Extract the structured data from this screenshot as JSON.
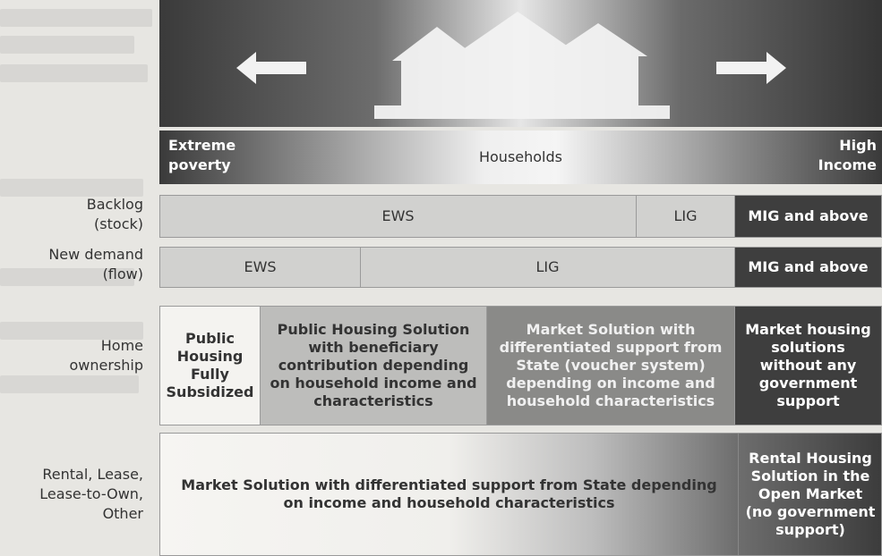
{
  "banner": {
    "left_label_1": "Extreme",
    "left_label_2": "poverty",
    "center_label": "Households",
    "right_label_1": "High",
    "right_label_2": "Income"
  },
  "rows": {
    "backlog": {
      "label_1": "Backlog",
      "label_2": "(stock)",
      "cells": [
        "EWS",
        "LIG",
        "MIG and above"
      ]
    },
    "new_demand": {
      "label_1": "New demand",
      "label_2": "(flow)",
      "cells": [
        "EWS",
        "LIG",
        "MIG and above"
      ]
    },
    "home_ownership": {
      "label_1": "Home",
      "label_2": "ownership",
      "cells": [
        "Public Housing Fully Subsidized",
        "Public Housing Solution with beneficiary contribution depending on household income and characteristics",
        "Market Solution with differentiated support from State (voucher system) depending on income and household characteristics",
        "Market housing solutions without any government support"
      ]
    },
    "rental": {
      "label_1": "Rental, Lease,",
      "label_2": "Lease-to-Own,",
      "label_3": "Other",
      "cells": [
        "Market Solution with differentiated support from State depending on income and household characteristics",
        "Rental Housing Solution in the Open Market (no government support)"
      ]
    }
  }
}
